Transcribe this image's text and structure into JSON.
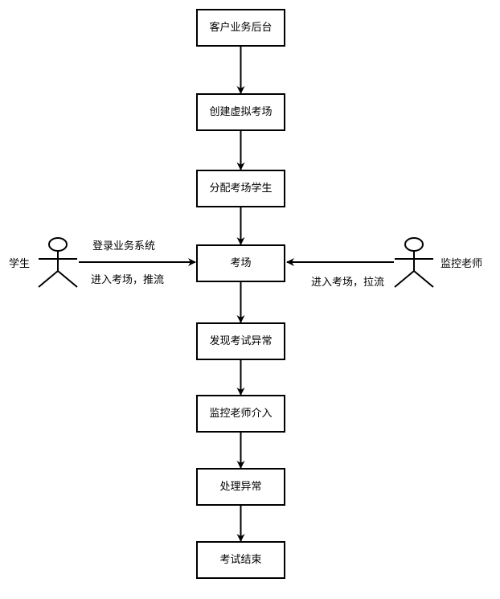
{
  "diagram": {
    "type": "flowchart",
    "nodes": [
      {
        "id": "n1",
        "label": "客户业务后台"
      },
      {
        "id": "n2",
        "label": "创建虚拟考场"
      },
      {
        "id": "n3",
        "label": "分配考场学生"
      },
      {
        "id": "n4",
        "label": "考场"
      },
      {
        "id": "n5",
        "label": "发现考试异常"
      },
      {
        "id": "n6",
        "label": "监控老师介入"
      },
      {
        "id": "n7",
        "label": "处理异常"
      },
      {
        "id": "n8",
        "label": "考试结束"
      }
    ],
    "edges": [
      {
        "from": "n1",
        "to": "n2"
      },
      {
        "from": "n2",
        "to": "n3"
      },
      {
        "from": "n3",
        "to": "n4"
      },
      {
        "from": "n4",
        "to": "n5"
      },
      {
        "from": "n5",
        "to": "n6"
      },
      {
        "from": "n6",
        "to": "n7"
      },
      {
        "from": "n7",
        "to": "n8"
      },
      {
        "from": "student",
        "to": "n4",
        "label_above": "登录业务系统",
        "label_below": "进入考场，推流"
      },
      {
        "from": "teacher",
        "to": "n4",
        "label_below": "进入考场，拉流"
      }
    ],
    "actors": [
      {
        "id": "student",
        "label": "学生"
      },
      {
        "id": "teacher",
        "label": "监控老师"
      }
    ]
  }
}
